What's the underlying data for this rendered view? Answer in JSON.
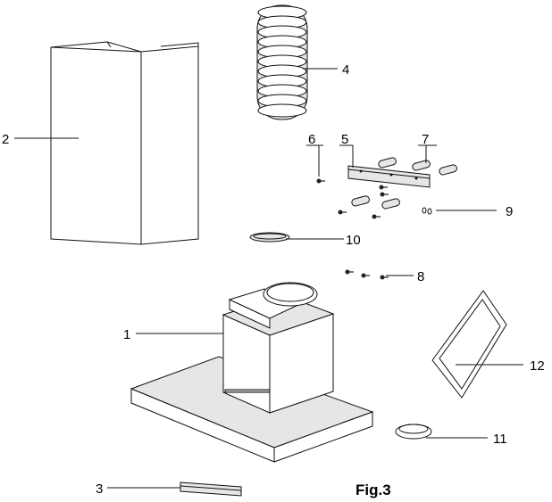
{
  "figure": {
    "label": "Fig.3"
  },
  "callouts": [
    {
      "id": "1",
      "label": "1"
    },
    {
      "id": "2",
      "label": "2"
    },
    {
      "id": "3",
      "label": "3"
    },
    {
      "id": "4",
      "label": "4"
    },
    {
      "id": "5",
      "label": "5"
    },
    {
      "id": "6",
      "label": "6"
    },
    {
      "id": "7",
      "label": "7"
    },
    {
      "id": "8",
      "label": "8"
    },
    {
      "id": "9",
      "label": "9"
    },
    {
      "id": "10",
      "label": "10"
    },
    {
      "id": "11",
      "label": "11"
    },
    {
      "id": "12",
      "label": "12"
    }
  ]
}
